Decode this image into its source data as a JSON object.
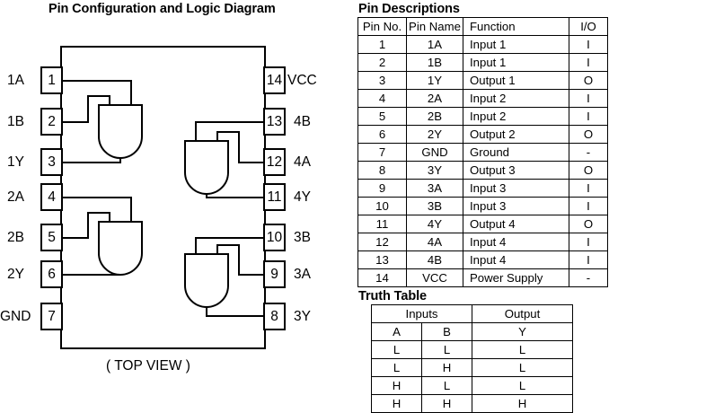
{
  "headings": {
    "diagram": "Pin Configuration and Logic Diagram",
    "pin_descriptions": "Pin Descriptions",
    "truth_table": "Truth Table"
  },
  "diagram": {
    "view_label": "( TOP VIEW )",
    "left_pins": [
      {
        "num": "1",
        "name": "1A"
      },
      {
        "num": "2",
        "name": "1B"
      },
      {
        "num": "3",
        "name": "1Y"
      },
      {
        "num": "4",
        "name": "2A"
      },
      {
        "num": "5",
        "name": "2B"
      },
      {
        "num": "6",
        "name": "2Y"
      },
      {
        "num": "7",
        "name": "GND"
      }
    ],
    "right_pins": [
      {
        "num": "14",
        "name": "VCC"
      },
      {
        "num": "13",
        "name": "4B"
      },
      {
        "num": "12",
        "name": "4A"
      },
      {
        "num": "11",
        "name": "4Y"
      },
      {
        "num": "10",
        "name": "3B"
      },
      {
        "num": "9",
        "name": "3A"
      },
      {
        "num": "8",
        "name": "3Y"
      }
    ],
    "gate_count": 4,
    "gate_type": "and-gate",
    "line_color": "#000000",
    "fill_color": "#ffffff"
  },
  "pin_descriptions": {
    "columns": [
      "Pin No.",
      "Pin Name",
      "Function",
      "I/O"
    ],
    "rows": [
      [
        "1",
        "1A",
        "Input 1",
        "I"
      ],
      [
        "2",
        "1B",
        "Input 1",
        "I"
      ],
      [
        "3",
        "1Y",
        "Output 1",
        "O"
      ],
      [
        "4",
        "2A",
        "Input 2",
        "I"
      ],
      [
        "5",
        "2B",
        "Input 2",
        "I"
      ],
      [
        "6",
        "2Y",
        "Output 2",
        "O"
      ],
      [
        "7",
        "GND",
        "Ground",
        "-"
      ],
      [
        "8",
        "3Y",
        "Output 3",
        "O"
      ],
      [
        "9",
        "3A",
        "Input 3",
        "I"
      ],
      [
        "10",
        "3B",
        "Input 3",
        "I"
      ],
      [
        "11",
        "4Y",
        "Output 4",
        "O"
      ],
      [
        "12",
        "4A",
        "Input 4",
        "I"
      ],
      [
        "13",
        "4B",
        "Input 4",
        "I"
      ],
      [
        "14",
        "VCC",
        "Power Supply",
        "-"
      ]
    ]
  },
  "truth_table": {
    "group_headers": [
      "Inputs",
      "Output"
    ],
    "columns": [
      "A",
      "B",
      "Y"
    ],
    "rows": [
      [
        "L",
        "L",
        "L"
      ],
      [
        "L",
        "H",
        "L"
      ],
      [
        "H",
        "L",
        "L"
      ],
      [
        "H",
        "H",
        "H"
      ]
    ]
  }
}
